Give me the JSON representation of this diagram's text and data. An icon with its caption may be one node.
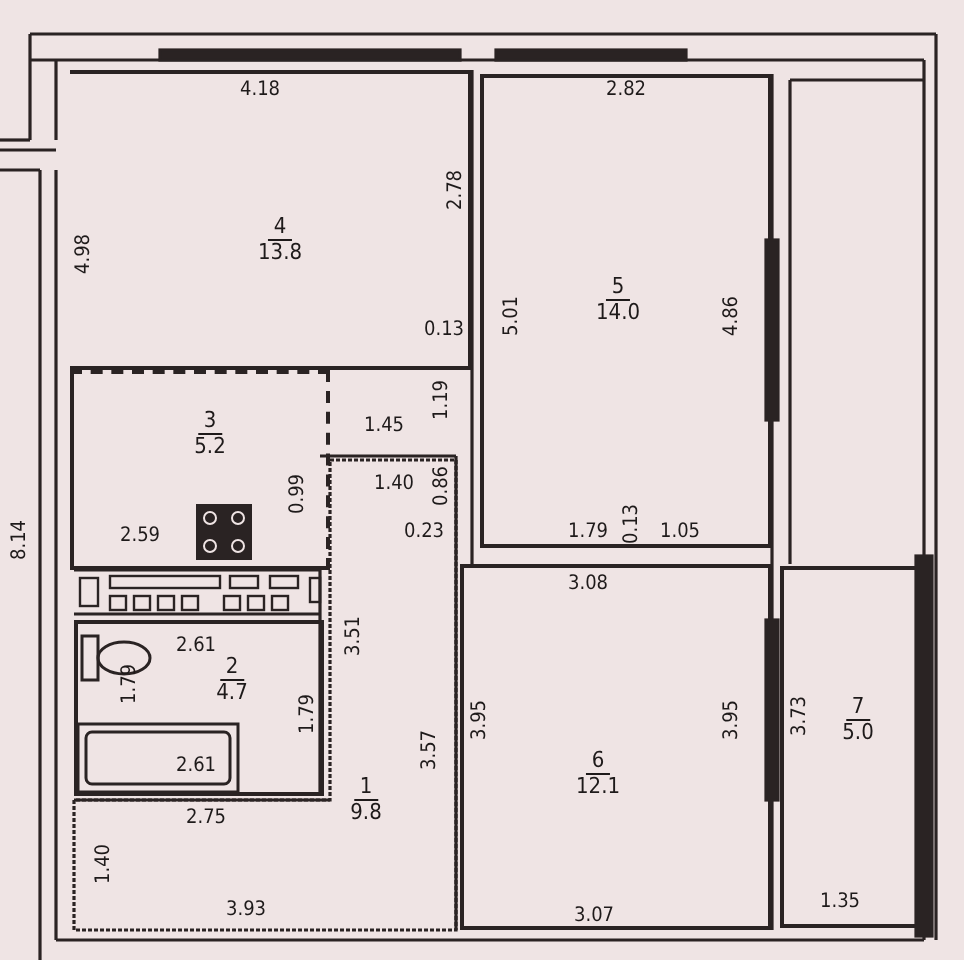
{
  "diagram": {
    "nodes": [
      {
        "text": [
          "4",
          "13.8"
        ]
      },
      {
        "text": [
          "3",
          "5.2"
        ]
      },
      {
        "text": [
          "5",
          "14.0"
        ]
      },
      {
        "text": [
          "2",
          "4.7"
        ]
      },
      {
        "text": [
          "1",
          "9.8"
        ]
      },
      {
        "text": [
          "6",
          "12.1"
        ]
      },
      {
        "text": [
          "7",
          "5.0"
        ]
      }
    ],
    "labels": [
      "4.18",
      "2.82",
      "2.78",
      "4.98",
      "8.14",
      "5.01",
      "4.86",
      "0.13",
      "1.19",
      "1.45",
      "0.99",
      "1.40",
      "0.86",
      "2.59",
      "0.23",
      "1.79",
      "0.13",
      "1.05",
      "3.08",
      "3.51",
      "2.61",
      "1.79",
      "1.79",
      "3.95",
      "3.95",
      "3.73",
      "2.61",
      "3.57",
      "2.75",
      "1.40",
      "3.93",
      "3.07",
      "1.35"
    ]
  }
}
